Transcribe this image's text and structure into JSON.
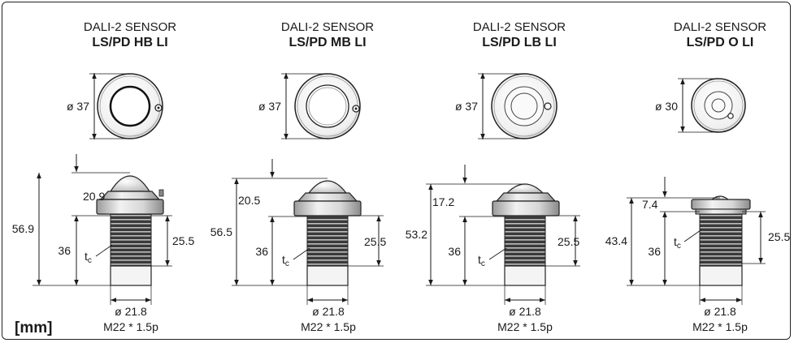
{
  "unit_label": "[mm]",
  "sensors": [
    {
      "title": "DALI-2 SENSOR",
      "model": "LS/PD HB LI",
      "face_diameter": "ø 37",
      "total_height": "56.9",
      "dome_height": "20.9",
      "body_height": "36",
      "thread_length": "25.5",
      "tc_label": "t",
      "tc_sub": "c",
      "thread_diameter": "ø 21.8",
      "thread_spec": "M22 * 1.5p"
    },
    {
      "title": "DALI-2 SENSOR",
      "model": "LS/PD MB LI",
      "face_diameter": "ø 37",
      "total_height": "56.5",
      "dome_height": "20.5",
      "body_height": "36",
      "thread_length": "25.5",
      "tc_label": "t",
      "tc_sub": "c",
      "thread_diameter": "ø 21.8",
      "thread_spec": "M22 * 1.5p"
    },
    {
      "title": "DALI-2 SENSOR",
      "model": "LS/PD LB LI",
      "face_diameter": "ø 37",
      "total_height": "53.2",
      "dome_height": "17.2",
      "body_height": "36",
      "thread_length": "25.5",
      "tc_label": "t",
      "tc_sub": "c",
      "thread_diameter": "ø 21.8",
      "thread_spec": "M22 * 1.5p"
    },
    {
      "title": "DALI-2 SENSOR",
      "model": "LS/PD O LI",
      "face_diameter": "ø 30",
      "total_height": "43.4",
      "dome_height": "7.4",
      "body_height": "36",
      "thread_length": "25.5",
      "tc_label": "t",
      "tc_sub": "c",
      "thread_diameter": "ø 21.8",
      "thread_spec": "M22 * 1.5p"
    }
  ]
}
